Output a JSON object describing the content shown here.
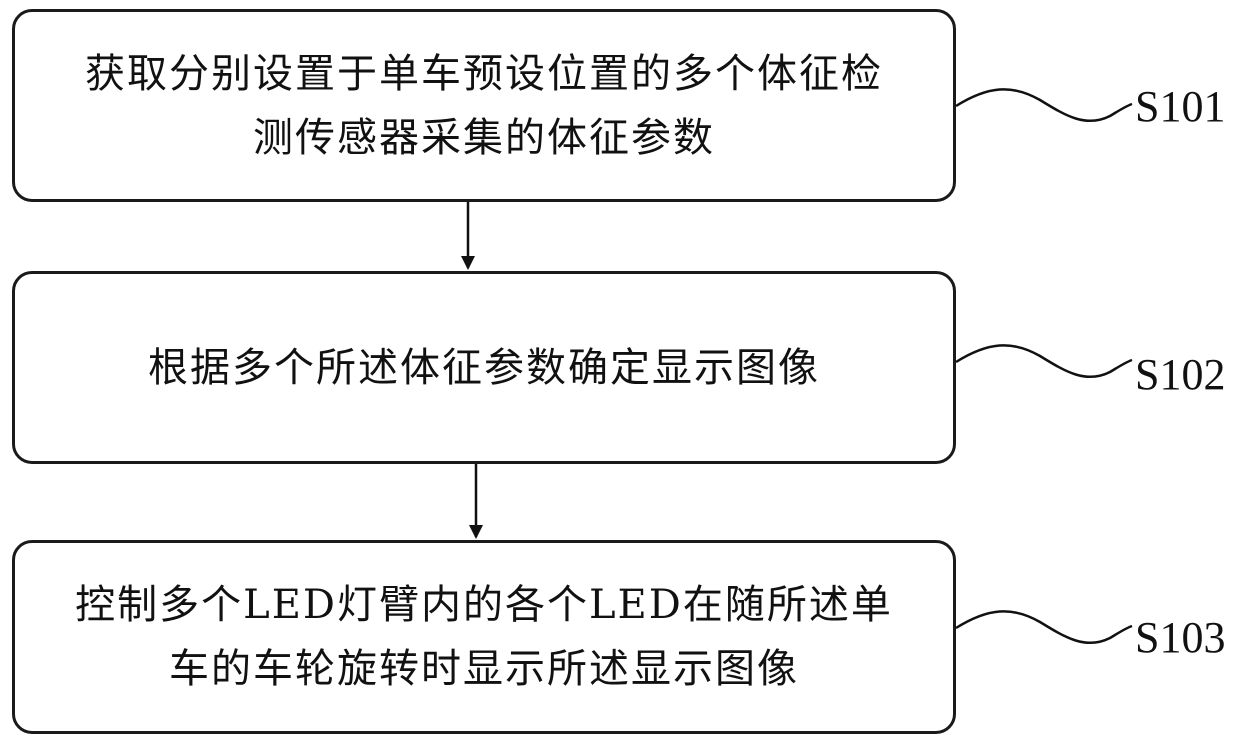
{
  "steps": [
    {
      "id": "S101",
      "lines": [
        "获取分别设置于单车预设位置的多个体征检",
        "测传感器采集的体征参数"
      ]
    },
    {
      "id": "S102",
      "lines": [
        "根据多个所述体征参数确定显示图像"
      ]
    },
    {
      "id": "S103",
      "lines": [
        "控制多个LED灯臂内的各个LED在随所述单",
        "车的车轮旋转时显示所述显示图像"
      ]
    }
  ]
}
